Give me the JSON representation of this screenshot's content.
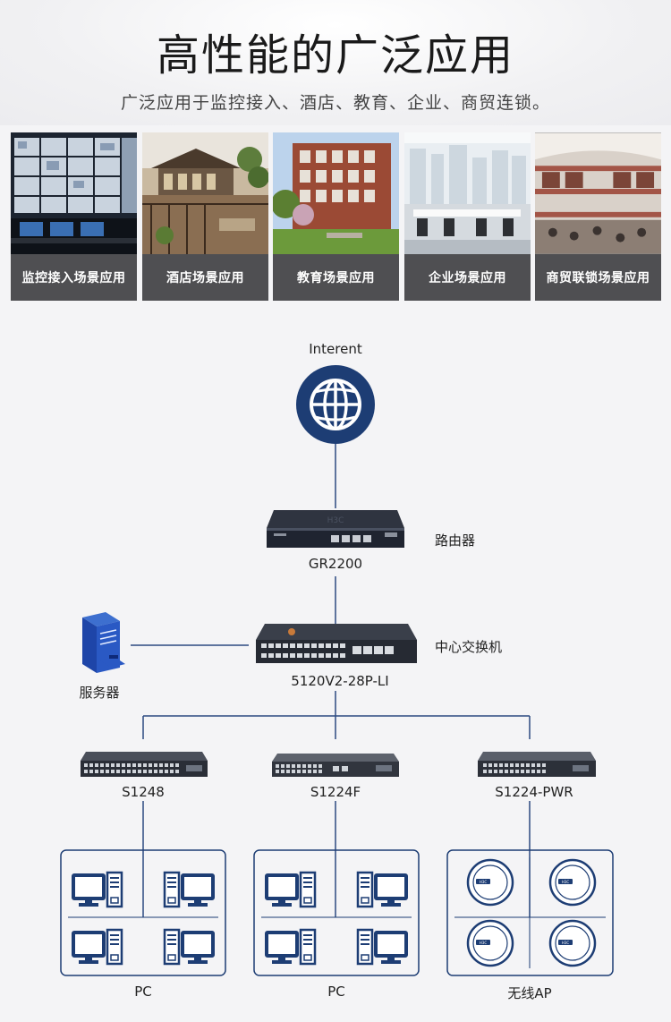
{
  "header": {
    "title": "高性能的广泛应用",
    "subtitle": "广泛应用于监控接入、酒店、教育、企业、商贸连锁。"
  },
  "scenes": [
    {
      "caption": "监控接入场景应用"
    },
    {
      "caption": "酒店场景应用"
    },
    {
      "caption": "教育场景应用"
    },
    {
      "caption": "企业场景应用"
    },
    {
      "caption": "商贸联锁场景应用"
    }
  ],
  "topology": {
    "internet_label": "Interent",
    "router_role": "路由器",
    "router_model": "GR2200",
    "core_role": "中心交换机",
    "core_model": "5120V2-28P-LI",
    "server_label": "服务器",
    "access_switches": [
      {
        "model": "S1248"
      },
      {
        "model": "S1224F"
      },
      {
        "model": "S1224-PWR"
      }
    ],
    "endpoint_groups": [
      {
        "label": "PC"
      },
      {
        "label": "PC"
      },
      {
        "label": "无线AP"
      }
    ]
  },
  "colors": {
    "navy": "#1d3d74",
    "line": "#2c4a80",
    "caption_bg": "#4f4f52",
    "device_dark": "#3a3f4a"
  }
}
